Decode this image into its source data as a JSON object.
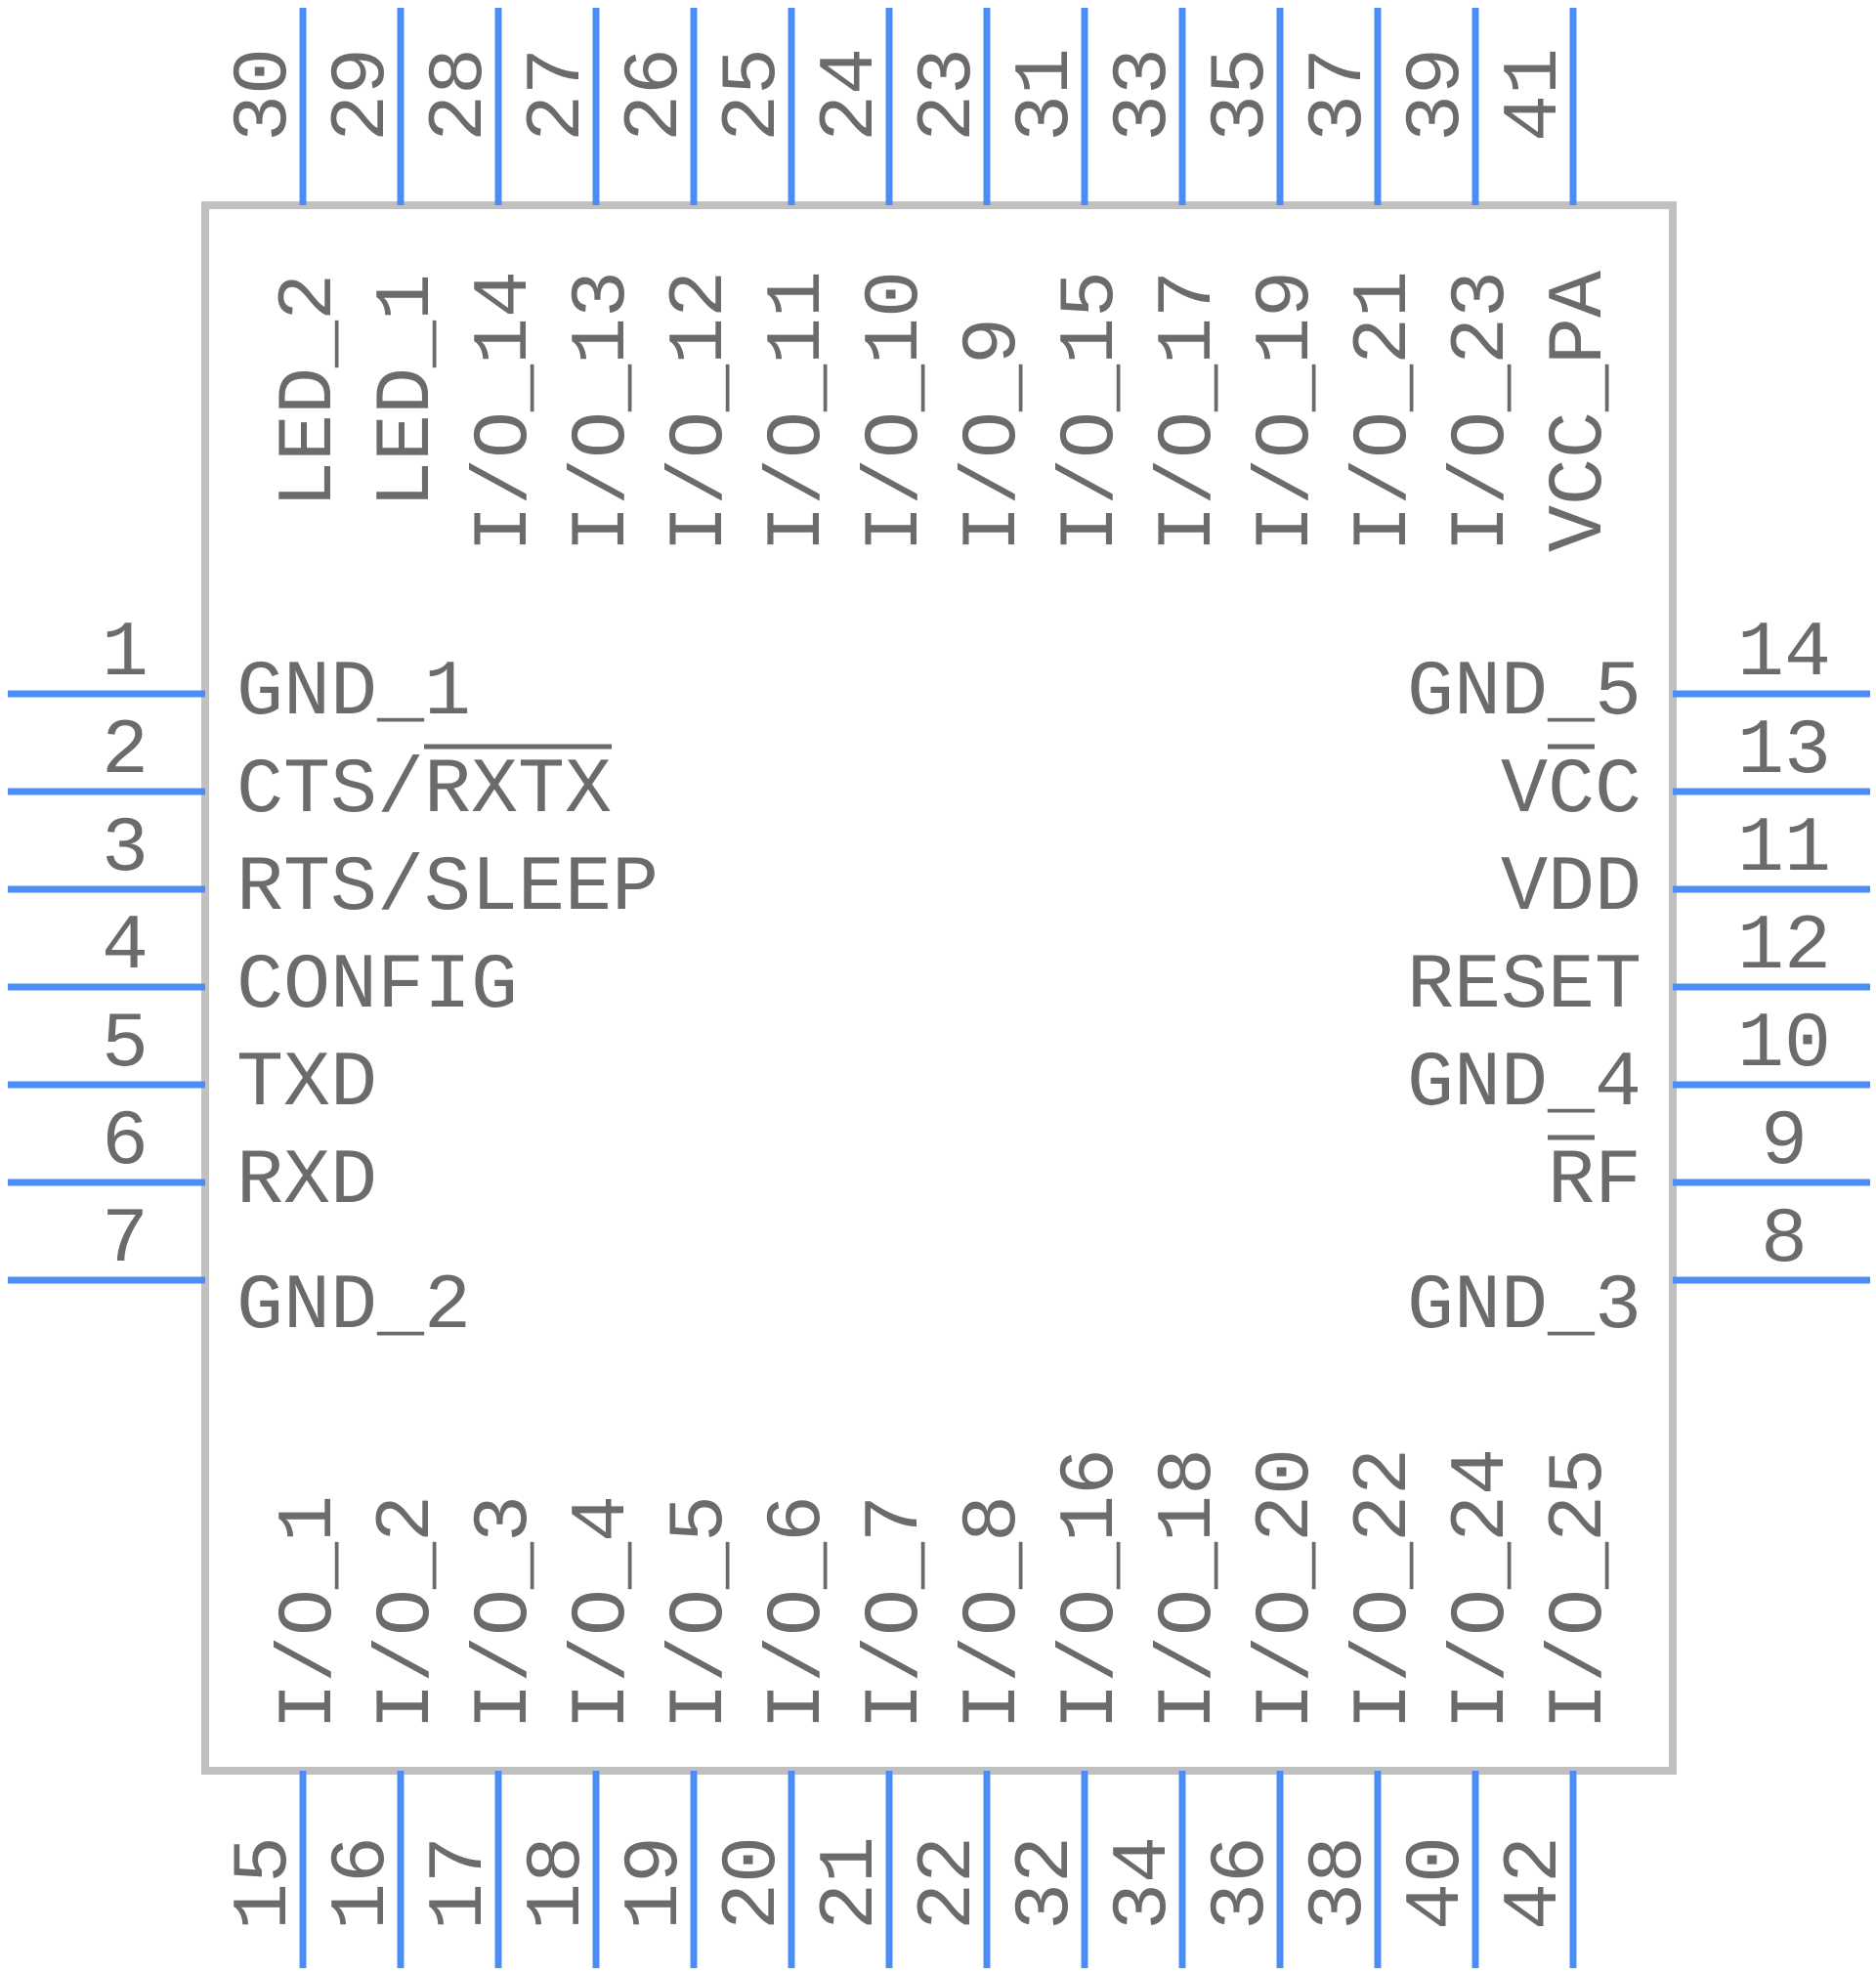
{
  "component": {
    "outline_color": "#c0c0c0",
    "pin_color": "#4a8ef5",
    "text_color": "#6b6b6b",
    "left_pins": [
      {
        "number": "1",
        "label": "GND_1"
      },
      {
        "number": "2",
        "label": "CTS/RXTX",
        "overbar": "RXTX"
      },
      {
        "number": "3",
        "label": "RTS/SLEEP"
      },
      {
        "number": "4",
        "label": "CONFIG"
      },
      {
        "number": "5",
        "label": "TXD"
      },
      {
        "number": "6",
        "label": "RXD"
      },
      {
        "number": "7",
        "label": "GND_2"
      }
    ],
    "right_pins": [
      {
        "number": "14",
        "label": "GND_5"
      },
      {
        "number": "13",
        "label": "VCC",
        "overbar": "C"
      },
      {
        "number": "11",
        "label": "VDD"
      },
      {
        "number": "12",
        "label": "RESET"
      },
      {
        "number": "10",
        "label": "GND_4"
      },
      {
        "number": "9",
        "label": "RF",
        "overbar": "R"
      },
      {
        "number": "8",
        "label": "GND_3"
      }
    ],
    "top_pins": [
      {
        "number": "30",
        "label": "LED_2"
      },
      {
        "number": "29",
        "label": "LED_1"
      },
      {
        "number": "28",
        "label": "I/O_14"
      },
      {
        "number": "27",
        "label": "I/O_13"
      },
      {
        "number": "26",
        "label": "I/O_12"
      },
      {
        "number": "25",
        "label": "I/O_11"
      },
      {
        "number": "24",
        "label": "I/O_10"
      },
      {
        "number": "23",
        "label": "I/O_9"
      },
      {
        "number": "31",
        "label": "I/O_15"
      },
      {
        "number": "33",
        "label": "I/O_17"
      },
      {
        "number": "35",
        "label": "I/O_19"
      },
      {
        "number": "37",
        "label": "I/O_21"
      },
      {
        "number": "39",
        "label": "I/O_23"
      },
      {
        "number": "41",
        "label": "VCC_PA"
      }
    ],
    "bottom_pins": [
      {
        "number": "15",
        "label": "I/O_1"
      },
      {
        "number": "16",
        "label": "I/O_2"
      },
      {
        "number": "17",
        "label": "I/O_3"
      },
      {
        "number": "18",
        "label": "I/O_4"
      },
      {
        "number": "19",
        "label": "I/O_5"
      },
      {
        "number": "20",
        "label": "I/O_6"
      },
      {
        "number": "21",
        "label": "I/O_7"
      },
      {
        "number": "22",
        "label": "I/O_8"
      },
      {
        "number": "32",
        "label": "I/O_16"
      },
      {
        "number": "34",
        "label": "I/O_18"
      },
      {
        "number": "36",
        "label": "I/O_20"
      },
      {
        "number": "38",
        "label": "I/O_22"
      },
      {
        "number": "40",
        "label": "I/O_24"
      },
      {
        "number": "42",
        "label": "I/O_25"
      }
    ]
  }
}
